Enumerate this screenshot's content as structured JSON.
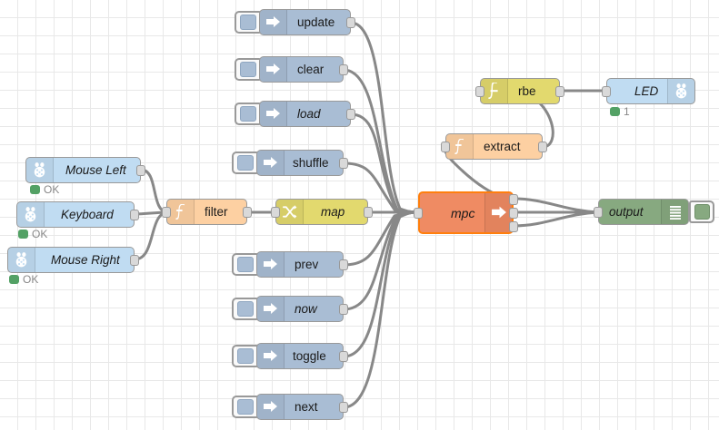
{
  "app": {
    "name": "node-red-flow-editor",
    "canvas_background": "#ffffff",
    "grid_color": "#e8e8e8"
  },
  "palette": {
    "inject": "#a9bdd4",
    "rpi": "#c0dcf2",
    "function": "#fdd0a2",
    "switch": "#e2d96e",
    "rbe": "#e2d96e",
    "mpc": "#ef8b63",
    "debug": "#87a980",
    "selection": "#ff7f0e",
    "status_ok": "#53a165",
    "wire": "#888888"
  },
  "nodes": {
    "inject_update": {
      "label": "update",
      "type": "inject",
      "italic": false
    },
    "inject_clear": {
      "label": "clear",
      "type": "inject",
      "italic": false
    },
    "inject_load": {
      "label": "load",
      "type": "inject",
      "italic": true
    },
    "inject_shuffle": {
      "label": "shuffle",
      "type": "inject",
      "italic": false
    },
    "inject_prev": {
      "label": "prev",
      "type": "inject",
      "italic": false
    },
    "inject_now": {
      "label": "now",
      "type": "inject",
      "italic": true
    },
    "inject_toggle": {
      "label": "toggle",
      "type": "inject",
      "italic": false
    },
    "inject_next": {
      "label": "next",
      "type": "inject",
      "italic": false
    },
    "mouse_left": {
      "label": "Mouse Left",
      "type": "rpi-in",
      "italic": true
    },
    "keyboard": {
      "label": "Keyboard",
      "type": "rpi-in",
      "italic": true
    },
    "mouse_right": {
      "label": "Mouse Right",
      "type": "rpi-in",
      "italic": true
    },
    "filter": {
      "label": "filter",
      "type": "function",
      "italic": false
    },
    "map": {
      "label": "map",
      "type": "switch",
      "italic": true
    },
    "mpc": {
      "label": "mpc",
      "type": "mpc",
      "italic": true,
      "selected": true,
      "outputs": 3
    },
    "extract": {
      "label": "extract",
      "type": "function",
      "italic": false
    },
    "rbe": {
      "label": "rbe",
      "type": "rbe",
      "italic": false
    },
    "led": {
      "label": "LED",
      "type": "rpi-out",
      "italic": true
    },
    "output": {
      "label": "output",
      "type": "debug",
      "italic": true
    }
  },
  "statuses": {
    "mouse_left": {
      "text": "OK"
    },
    "keyboard": {
      "text": "OK"
    },
    "mouse_right": {
      "text": "OK"
    },
    "led": {
      "text": "1"
    }
  },
  "icons": {
    "inject": "arrow-right-icon",
    "rpi": "raspberry-pi-icon",
    "function": "function-f-icon",
    "switch": "shuffle-arrows-icon",
    "rbe": "integral-icon",
    "mpc": "arrow-right-icon",
    "debug": "debug-lines-icon"
  }
}
